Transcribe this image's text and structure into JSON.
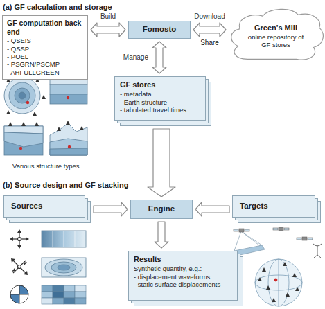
{
  "diagram": {
    "nodes": [
      {
        "text": [
          "GF computation back end",
          "- QSEIS",
          "- QSSP",
          "- POEL",
          "- PSGRN/PSCMP",
          "- AHFULLGREEN"
        ]
      },
      {
        "text": [
          "Fomosto"
        ]
      },
      {
        "text": [
          "Green's Mill",
          "online repository of GF stores"
        ]
      },
      {
        "text": [
          "GF stores",
          "- metadata",
          "- Earth structure",
          "- tabulated travel times"
        ]
      },
      {
        "text": [
          "Sources"
        ]
      },
      {
        "text": [
          "Engine"
        ]
      },
      {
        "text": [
          "Targets"
        ]
      },
      {
        "text": [
          "Results",
          "Synthetic quantity, e.g.:",
          "- displacement waveforms",
          "- static surface displacements",
          "..."
        ]
      }
    ],
    "edges": [
      {
        "from": 0,
        "to": 1,
        "arrow": "both",
        "label": "Build"
      },
      {
        "from": 1,
        "to": 2,
        "arrow": "both",
        "label": "Download"
      },
      {
        "from": 1,
        "to": 3,
        "arrow": "both",
        "label": "Manage"
      },
      {
        "from": 3,
        "to": 5,
        "arrow": "to"
      },
      {
        "from": 4,
        "to": 5,
        "arrow": "to"
      },
      {
        "from": 6,
        "to": 5,
        "arrow": "to"
      },
      {
        "from": 5,
        "to": 7,
        "arrow": "to"
      }
    ],
    "labels": [
      "(a) GF calculation and storage",
      "Share",
      "Various structure types",
      "(b) Source design and GF stacking"
    ]
  }
}
